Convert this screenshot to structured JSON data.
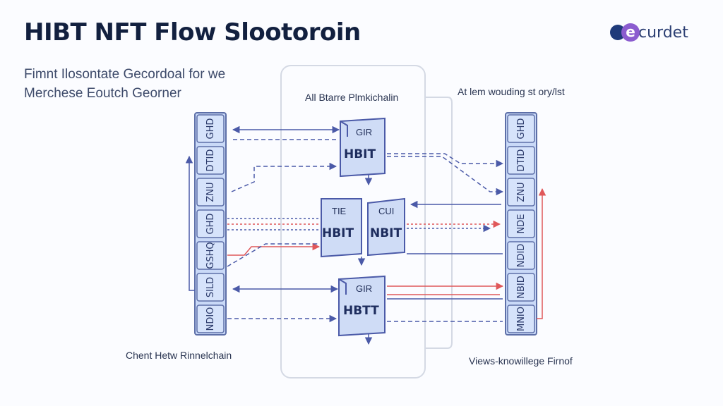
{
  "title": "HIBT NFT Flow Slootoroin",
  "logo": {
    "icon": "brand-logo-icon",
    "mark_letter": "e",
    "text": "curdet",
    "colors": [
      "#1f3a7a",
      "#8b5ccf"
    ]
  },
  "subtitle": [
    "Fimnt Ilosontate Gecordoal for we",
    "Merchese Eoutch Georner"
  ],
  "labels": {
    "center_header": "All Btarre Plmkichalin",
    "right_header": "At lem wouding st ory/lst",
    "bottom_left": "Chent Hetw Rinnelchain",
    "bottom_right": "Views-knowillege Firnof"
  },
  "left_column": [
    "GHD",
    "DTID",
    "ZNU",
    "GHD",
    "GSHQ",
    "SILD",
    "NDIO"
  ],
  "right_column": [
    "GHD",
    "DTID",
    "ZNU",
    "NDE",
    "NDID",
    "NBID",
    "MNIO"
  ],
  "boxes": [
    {
      "id": "box-top",
      "top": "GIR",
      "main": "HBIT"
    },
    {
      "id": "box-mid-left",
      "top": "TIE",
      "main": "HBIT"
    },
    {
      "id": "box-mid-right",
      "top": "CUI",
      "main": "NBIT"
    },
    {
      "id": "box-bottom",
      "top": "GIR",
      "main": "HBTT"
    }
  ],
  "colors": {
    "column_fill": "#c9d9f7",
    "column_stroke": "#5d6fa8",
    "arrow_blue": "#4b5aa8",
    "arrow_red": "#e0585a",
    "panel_stroke": "#d4d9e4"
  }
}
